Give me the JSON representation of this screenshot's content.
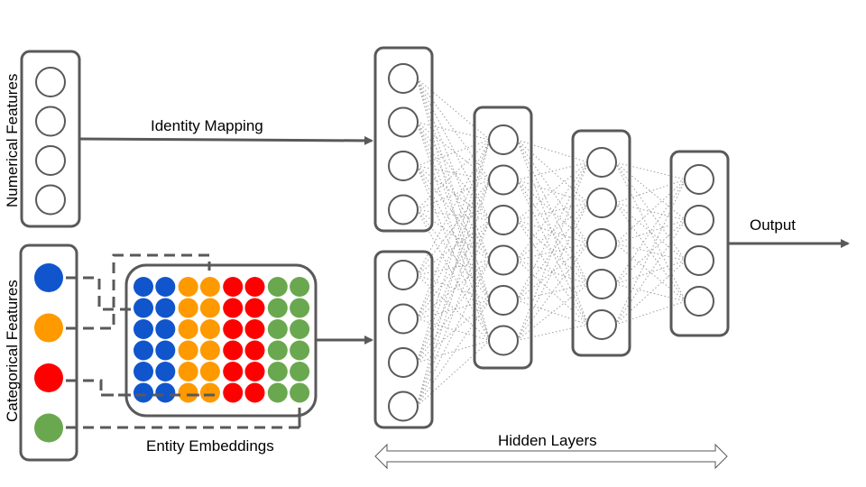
{
  "labels": {
    "numerical_features": "Numerical Features",
    "categorical_features": "Categorical Features",
    "identity_mapping": "Identity Mapping",
    "entity_embeddings": "Entity Embeddings",
    "output": "Output",
    "hidden_layers": "Hidden Layers"
  },
  "colors": {
    "blue": "#1155cc",
    "orange": "#ff9900",
    "red": "#ff0000",
    "green": "#6aa84f",
    "stroke": "#595959"
  },
  "numerical_features": {
    "node_count": 4
  },
  "categorical_features": {
    "nodes": [
      "blue",
      "orange",
      "red",
      "green"
    ]
  },
  "embedding_matrix": {
    "rows": 6,
    "columns": [
      "blue",
      "blue",
      "orange",
      "orange",
      "red",
      "red",
      "green",
      "green"
    ]
  },
  "network": {
    "input_blocks": [
      {
        "node_count": 4
      },
      {
        "node_count": 4
      }
    ],
    "hidden_layers": [
      {
        "node_count": 6
      },
      {
        "node_count": 5
      }
    ],
    "output_layer": {
      "node_count": 4
    }
  }
}
